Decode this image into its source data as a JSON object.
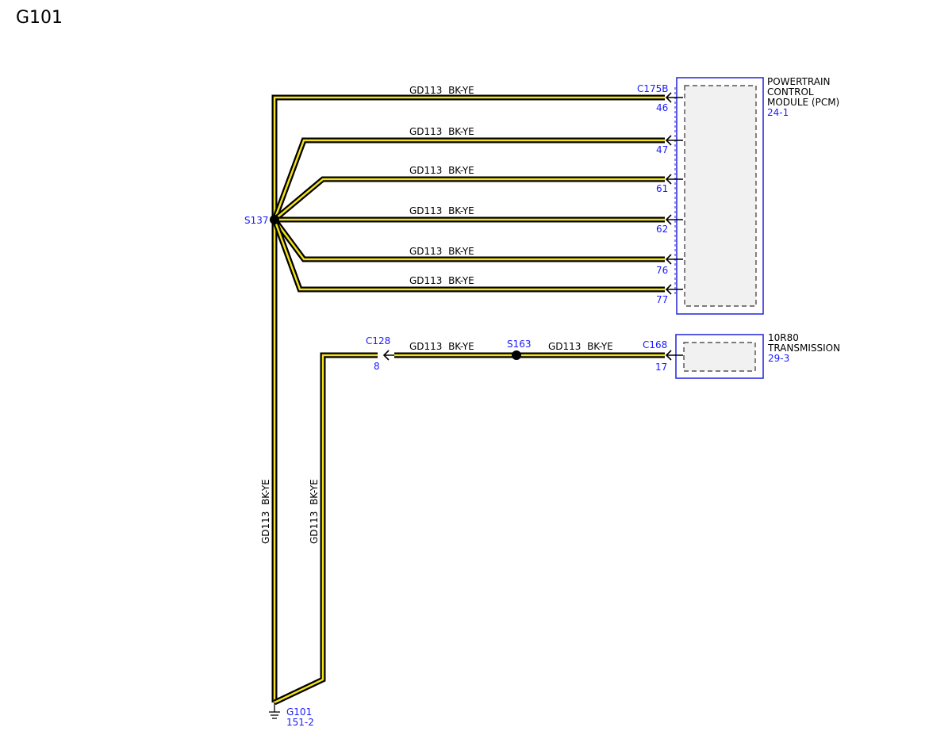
{
  "page_title": "G101",
  "colors": {
    "wire_outer": "#000000",
    "wire_inner": "#f2e21a",
    "reference_text": "#1a1aff",
    "module_border": "#2222dd",
    "module_fill": "#f1f1f1"
  },
  "wire_label": "GD113  BK-YE",
  "pcm": {
    "name_line1": "POWERTRAIN",
    "name_line2": "CONTROL",
    "name_line3": "MODULE (PCM)",
    "ref": "24-1",
    "connector": "C175B",
    "pins": [
      "46",
      "47",
      "61",
      "62",
      "76",
      "77"
    ]
  },
  "transmission": {
    "name_line1": "10R80",
    "name_line2": "TRANSMISSION",
    "ref": "29-3",
    "connector": "C168",
    "pin": "17"
  },
  "inline_connector": {
    "id": "C128",
    "pin": "8"
  },
  "splices": {
    "s137": "S137",
    "s163": "S163"
  },
  "ground": {
    "id": "G101",
    "ref": "151-2"
  }
}
